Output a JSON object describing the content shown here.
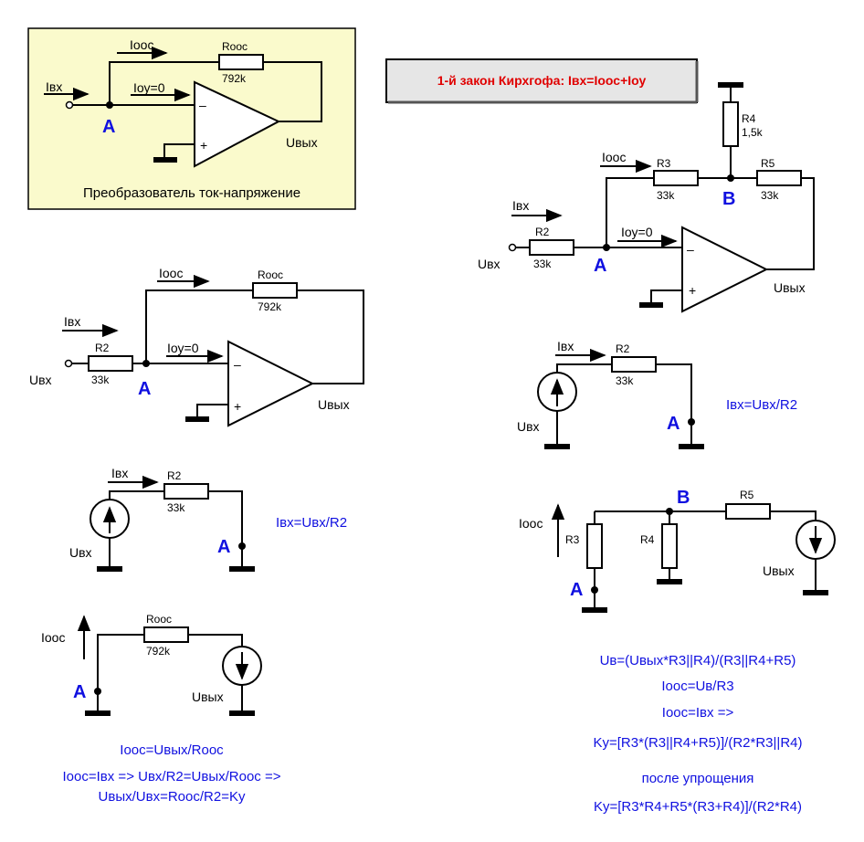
{
  "colors": {
    "node_label": "#1010e0",
    "equation": "#1010e0",
    "highlight_bg": "#fafacc",
    "kirchhoff_text": "#e00000",
    "kirchhoff_bg": "#e6e6e6"
  },
  "kirchhoff_law": "1-й закон Кирхгофа: Iвх=Iоос+Iоу",
  "panel1": {
    "caption": "Преобразователь ток-напряжение",
    "I_in": "Iвх",
    "I_fb": "Iоос",
    "I_amp": "Iоу=0",
    "R_fb": "Rоос",
    "R_fb_value": "792k",
    "node": "A",
    "minus": "–",
    "plus": "+",
    "U_out": "Uвых"
  },
  "panel2": {
    "I_in": "Iвх",
    "I_fb": "Iоос",
    "I_amp": "Iоу=0",
    "R_in": "R2",
    "R_in_value": "33k",
    "R_fb": "Rоос",
    "R_fb_value": "792k",
    "U_in": "Uвх",
    "node": "A",
    "minus": "–",
    "plus": "+",
    "U_out": "Uвых"
  },
  "panel3": {
    "I_in": "Iвх",
    "R": "R2",
    "R_value": "33k",
    "U_in": "Uвх",
    "node": "A",
    "equation": "Iвх=Uвх/R2"
  },
  "panel4": {
    "I_fb": "Iоос",
    "R": "Rоос",
    "R_value": "792k",
    "node": "A",
    "U_out": "Uвых",
    "equations": [
      "Iоос=Uвых/Rоос",
      "Iоос=Iвх => Uвх/R2=Uвых/Rоос =>",
      "Uвых/Uвх=Rоос/R2=Kу"
    ]
  },
  "panel5": {
    "I_in": "Iвх",
    "I_fb": "Iоос",
    "I_amp": "Iоу=0",
    "R2": "R2",
    "R2_value": "33k",
    "R3": "R3",
    "R3_value": "33k",
    "R4": "R4",
    "R4_value": "1,5k",
    "R5": "R5",
    "R5_value": "33k",
    "U_in": "Uвх",
    "node_a": "A",
    "node_b": "B",
    "minus": "–",
    "plus": "+",
    "U_out": "Uвых"
  },
  "panel6": {
    "I_in": "Iвх",
    "R": "R2",
    "R_value": "33k",
    "U_in": "Uвх",
    "node": "A",
    "equation": "Iвх=Uвх/R2"
  },
  "panel7": {
    "I_fb": "Iоос",
    "R3": "R3",
    "R4": "R4",
    "R5": "R5",
    "node_a": "A",
    "node_b": "B",
    "U_out": "Uвых",
    "equations": [
      "Uв=(Uвых*R3||R4)/(R3||R4+R5)",
      "Iоос=Uв/R3",
      "Iоос=Iвх =>",
      "Kу=[R3*(R3||R4+R5)]/(R2*R3||R4)",
      "после упрощения",
      "Kу=[R3*R4+R5*(R3+R4)]/(R2*R4)"
    ]
  }
}
